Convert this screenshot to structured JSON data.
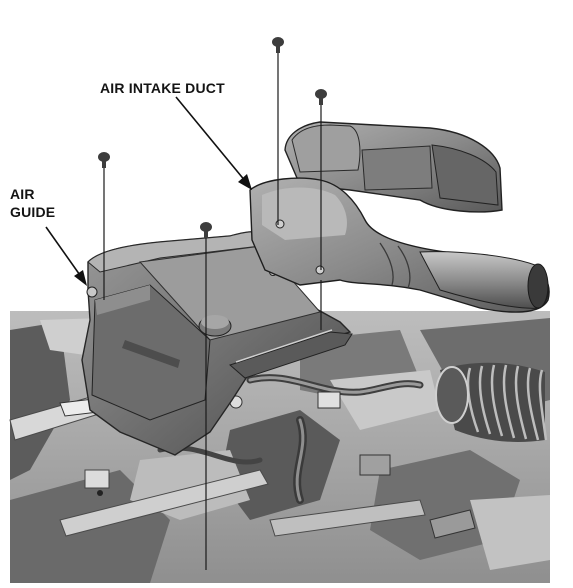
{
  "labels": {
    "air_intake_duct": "AIR INTAKE DUCT",
    "air_guide_line1": "AIR",
    "air_guide_line2": "GUIDE"
  },
  "colors": {
    "background": "#ffffff",
    "engine_bay_base": "#d6d6d6",
    "engine_bay_shadow": "#555555",
    "part_fill": "#8c8c8c",
    "part_shadow": "#3a3a3a",
    "part_highlight": "#c4c4c4",
    "bolt": "#3d3d3d",
    "leader_line": "#1a1a1a",
    "text": "#141414"
  },
  "parts": [
    {
      "name": "air-intake-duct",
      "label_ref": "labels.air_intake_duct"
    },
    {
      "name": "air-guide",
      "label_ref": "labels.air_guide_line1"
    }
  ],
  "fasteners": [
    {
      "name": "bolt-duct-rear"
    },
    {
      "name": "bolt-duct-front"
    },
    {
      "name": "bolt-guide-left"
    },
    {
      "name": "bolt-guide-center"
    }
  ]
}
